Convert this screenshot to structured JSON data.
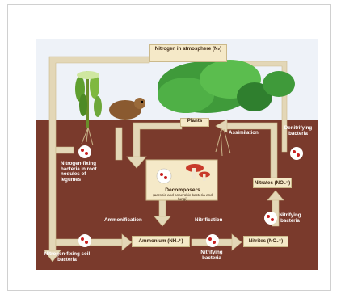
{
  "diagram": {
    "atmosphere_box": "Nitrogen in atmosphere (N₂)",
    "plants_box": "Plants",
    "assimilation": "Assimilation",
    "denitrifying": "Denitrifying bacteria",
    "nitrogen_fixing_root": "Nitrogen-fixing bacteria in root nodules of legumes",
    "decomposers_title": "Decomposers",
    "decomposers_sub": "(aerobic and anaerobic bacteria and fungi)",
    "nitrates_box": "Nitrates (NO₃⁻)",
    "ammonification": "Ammonification",
    "nitrification": "Nitrification",
    "nitrifying_right": "Nitrifying bacteria",
    "ammonium_box": "Ammonium (NH₄⁺)",
    "nitrites_box": "Nitrites (NO₂⁻)",
    "nitrogen_fixing_soil": "Nitrogen-fixing soil bacteria",
    "nitrifying_bottom": "Nitrifying bacteria"
  },
  "colors": {
    "sky": "#eef2f8",
    "soil": "#7a3a2c",
    "arrow": "#e3d7b7",
    "box": "#f5e9c8",
    "bacteria": "#c82020"
  }
}
